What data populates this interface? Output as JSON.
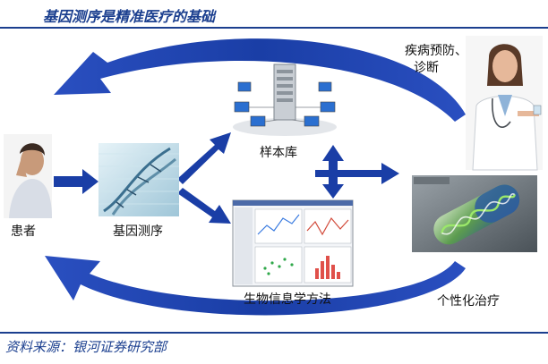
{
  "title": "基因测序是精准医疗的基础",
  "source": "资料来源：银河证券研究部",
  "nodes": {
    "patient": "患者",
    "sequencing": "基因测序",
    "biobank": "样本库",
    "bioinformatics": "生物信息学方法",
    "prevention_line1": "疾病预防、",
    "prevention_line2": "诊断",
    "therapy": "个性化治疗"
  },
  "colors": {
    "arrow": "#1a3ea6",
    "arrow_light": "#6f8fe0",
    "accent": "#1b3f8f"
  },
  "icons": [
    "patient-photo",
    "dna-sequencing-icon",
    "server-network-icon",
    "software-screenshot-icon",
    "doctor-photo",
    "dna-capsule-icon"
  ]
}
